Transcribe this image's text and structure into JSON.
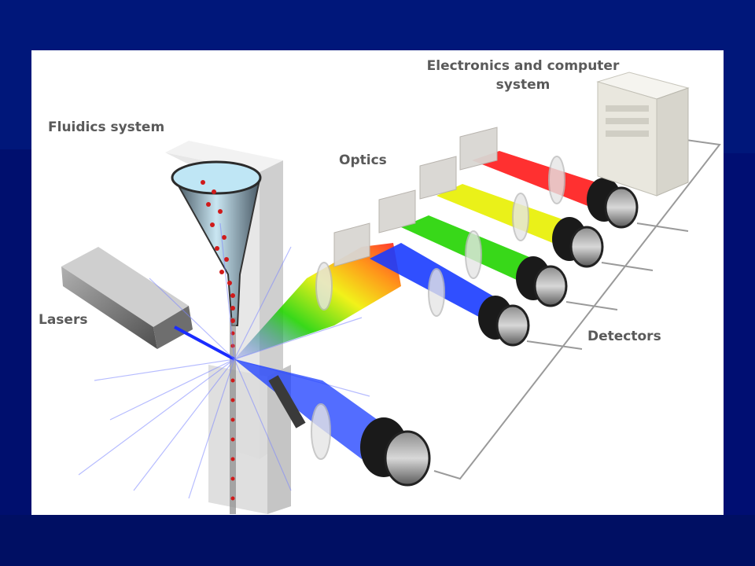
{
  "labels": {
    "electronics": "Electronics and computer",
    "electronics_line2": "system",
    "fluidics": "Fluidics system",
    "optics": "Optics",
    "lasers": "Lasers",
    "detectors": "Detectors"
  },
  "colors": {
    "background": "#00177a",
    "slide": "#ffffff",
    "label": "#5a5a5a",
    "beam_red": "#ff1a1a",
    "beam_yellow": "#e8f000",
    "beam_green": "#22d400",
    "beam_blue": "#1a3cff",
    "laser_beam": "#1a2cff"
  },
  "icons": [
    "laser-box-icon",
    "flow-cell-icon",
    "dichroic-mirror-icon",
    "lens-icon",
    "detector-icon",
    "computer-tower-icon"
  ]
}
